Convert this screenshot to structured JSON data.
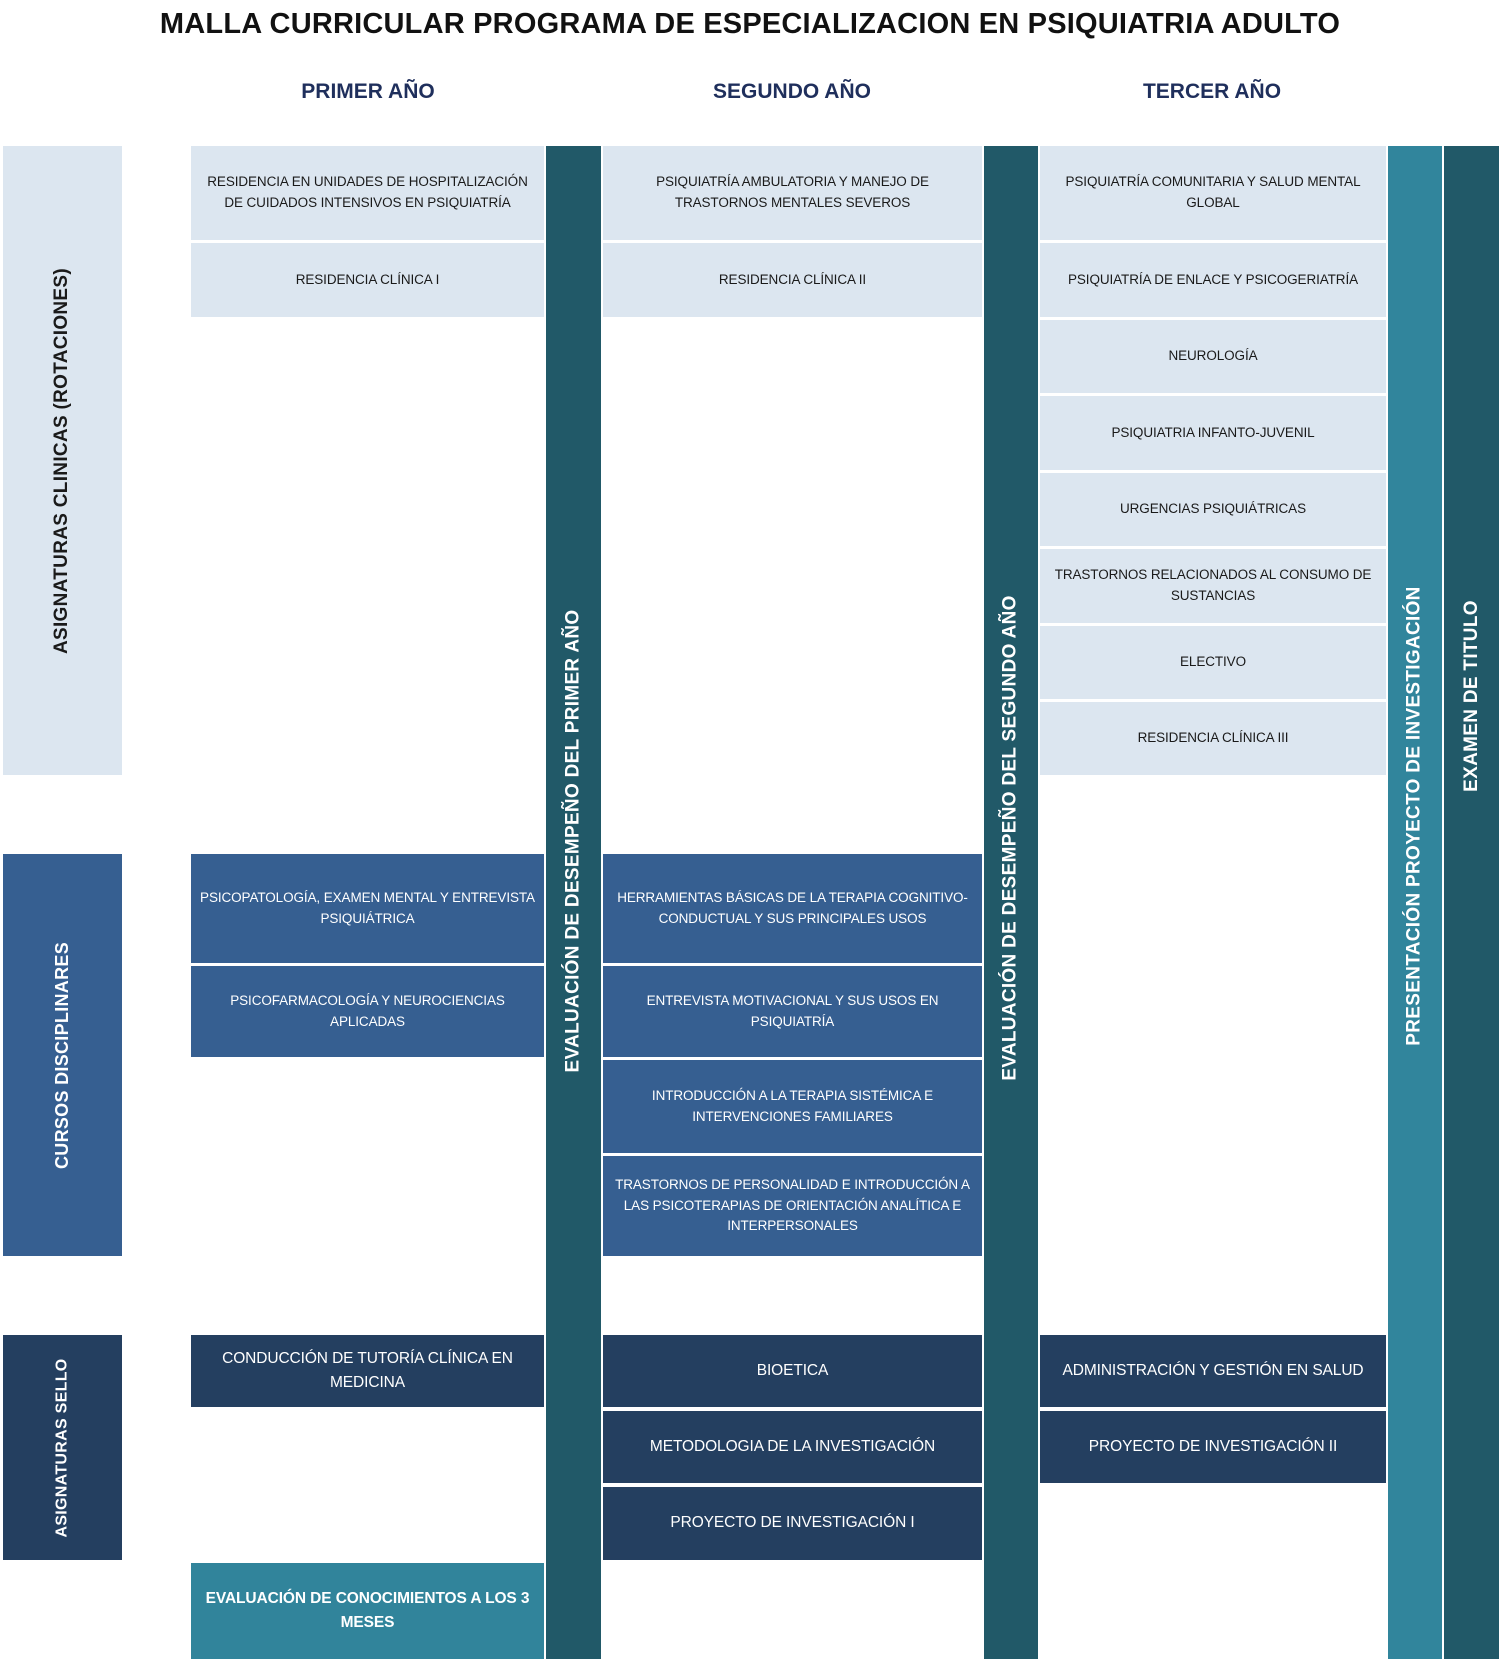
{
  "title": "MALLA CURRICULAR PROGRAMA DE ESPECIALIZACION EN PSIQUIATRIA ADULTO",
  "years": [
    "PRIMER AÑO",
    "SEGUNDO AÑO",
    "TERCER AÑO"
  ],
  "categories": {
    "clinicas": "ASIGNATURAS CLINICAS (ROTACIONES)",
    "disciplinares": "CURSOS DISCIPLINARES",
    "sello": "ASIGNATURAS SELLO"
  },
  "vertical_bars": {
    "eval_primer": "EVALUACIÓN DE DESEMPEÑO DEL PRIMER AÑO",
    "eval_segundo": "EVALUACIÓN DE DESEMPEÑO DEL SEGUNDO AÑO",
    "presentacion": "PRESENTACIÓN PROYECTO DE INVESTIGACIÓN",
    "examen": "EXAMEN DE TITULO"
  },
  "year1": {
    "clinicas": [
      "RESIDENCIA EN UNIDADES DE HOSPITALIZACIÓN DE CUIDADOS INTENSIVOS EN PSIQUIATRÍA",
      "RESIDENCIA CLÍNICA I"
    ],
    "disciplinares": [
      "PSICOPATOLOGÍA, EXAMEN MENTAL Y ENTREVISTA PSIQUIÁTRICA",
      "PSICOFARMACOLOGÍA Y NEUROCIENCIAS APLICADAS"
    ],
    "sello": [
      "CONDUCCIÓN DE TUTORÍA CLÍNICA EN MEDICINA"
    ],
    "evaluacion": "EVALUACIÓN DE CONOCIMIENTOS A LOS 3 MESES"
  },
  "year2": {
    "clinicas": [
      "PSIQUIATRÍA AMBULATORIA Y MANEJO DE TRASTORNOS MENTALES SEVEROS",
      "RESIDENCIA CLÍNICA II"
    ],
    "disciplinares": [
      "HERRAMIENTAS BÁSICAS DE LA TERAPIA COGNITIVO-CONDUCTUAL Y SUS PRINCIPALES USOS",
      "ENTREVISTA MOTIVACIONAL Y SUS USOS EN PSIQUIATRÍA",
      "INTRODUCCIÓN A LA TERAPIA SISTÉMICA E INTERVENCIONES FAMILIARES",
      "TRASTORNOS DE PERSONALIDAD E INTRODUCCIÓN A LAS PSICOTERAPIAS DE ORIENTACIÓN ANALÍTICA E INTERPERSONALES"
    ],
    "sello": [
      "BIOETICA",
      "METODOLOGIA DE LA INVESTIGACIÓN",
      "PROYECTO DE INVESTIGACIÓN I"
    ]
  },
  "year3": {
    "clinicas": [
      "PSIQUIATRÍA COMUNITARIA Y SALUD MENTAL GLOBAL",
      "PSIQUIATRÍA DE ENLACE Y PSICOGERIATRÍA",
      "NEUROLOGÍA",
      "PSIQUIATRIA INFANTO-JUVENIL",
      "URGENCIAS PSIQUIÁTRICAS",
      "TRASTORNOS RELACIONADOS AL CONSUMO DE SUSTANCIAS",
      "ELECTIVO",
      "RESIDENCIA CLÍNICA III"
    ],
    "sello": [
      "ADMINISTRACIÓN Y GESTIÓN EN SALUD",
      "PROYECTO DE INVESTIGACIÓN II"
    ]
  },
  "colors": {
    "clinicas": "#dce6f0",
    "disciplinares": "#365f91",
    "sello": "#243f60",
    "evaluacion": "#31849b",
    "eval_bar": "#215968",
    "presentacion_bar": "#31859c",
    "year_heading": "#1f2f5c"
  }
}
